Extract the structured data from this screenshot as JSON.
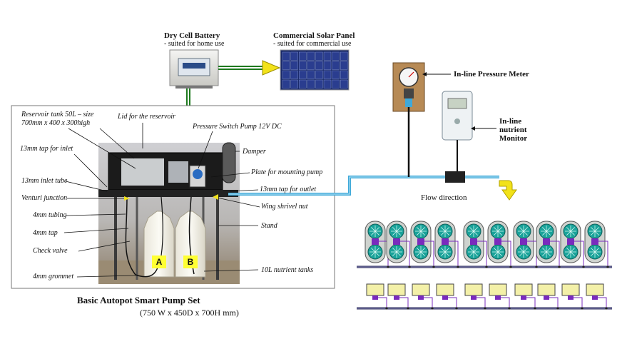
{
  "battery": {
    "title": "Dry Cell Battery",
    "note": "- suited for home use"
  },
  "solar": {
    "title": "Commercial  Solar Panel",
    "note": "- suited for commercial use"
  },
  "meters": {
    "pressure": "In-line Pressure Meter",
    "nutrient_line1": "In-line",
    "nutrient_line2": "nutrient",
    "nutrient_line3": "Monitor"
  },
  "flow": "Flow direction",
  "labels": {
    "reservoir_line1": "Reservoir tank 50L – size",
    "reservoir_line2": "700mm x 400 x 300high",
    "lid": "Lid for the reservoir",
    "pump": "Pressure Switch Pump 12V DC",
    "tap_inlet": "13mm tap for inlet",
    "damper": "Damper",
    "plate": "Plate for mounting pump",
    "inlet_tube": "13mm inlet tube",
    "tap_outlet": "13mm tap for outlet",
    "venturi": "Venturi junction",
    "wing": "Wing  shrivel nut",
    "tubing4": "4mm tubing",
    "stand": "Stand",
    "tap4": "4mm tap",
    "check": "Check valve",
    "tanks": "10L nutrient tanks",
    "grommet": "4mm grommet"
  },
  "tank_a": "A",
  "tank_b": "B",
  "caption": {
    "title": "Basic Autopot Smart Pump Set",
    "dims": "(750 W x 450D x 700H mm)"
  },
  "colors": {
    "tube_green": "#1f7a1f",
    "tube_blue": "#3fa9d9",
    "arrow_yellow": "#f2e21a",
    "pot_teal": "#1aa39a",
    "pot_purple": "#7a2bbd",
    "tray_yellow": "#f3f0a8"
  }
}
